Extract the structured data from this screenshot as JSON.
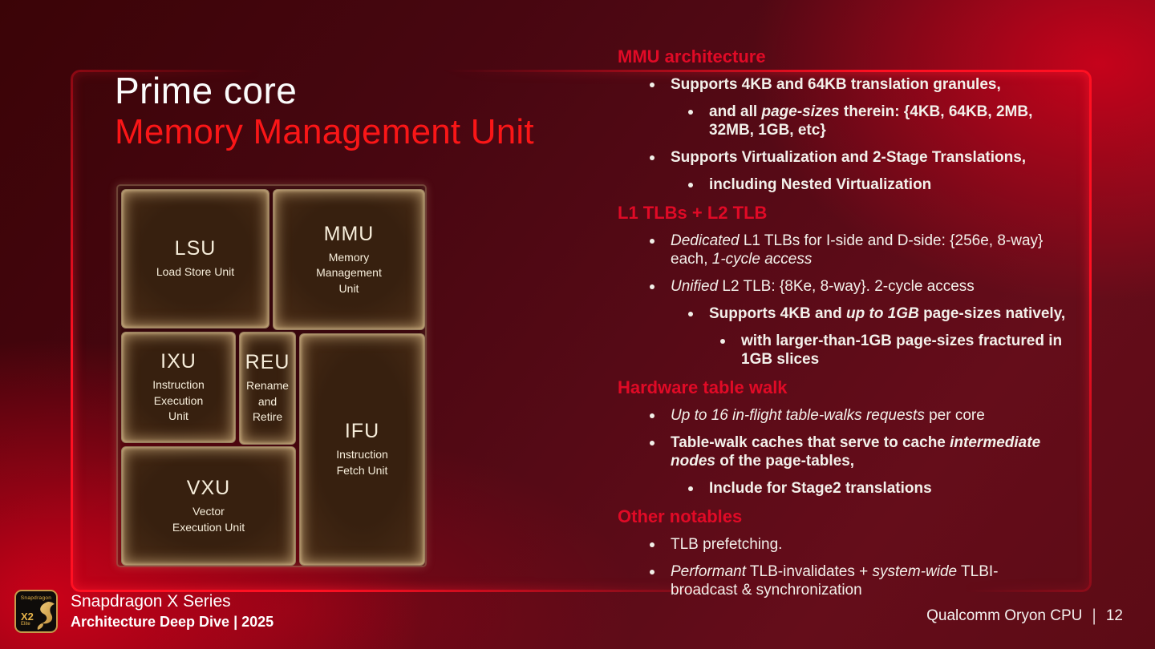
{
  "slide": {
    "title_line1": "Prime core",
    "title_line2": "Memory Management Unit",
    "page_footer": {
      "product": "Qualcomm Oryon CPU",
      "separator": "|",
      "page_number": "12"
    },
    "brand_footer": {
      "series": "Snapdragon X Series",
      "subtitle": "Architecture Deep Dive | 2025"
    },
    "badge": {
      "brand": "Snapdragon",
      "model": "X2",
      "tier": "Elite",
      "icon": "dragon-swirl-icon"
    }
  },
  "colors": {
    "accent_red_header": "#e00a26",
    "title_red": "#fa1617",
    "glow_red": "#ff1022",
    "block_face_brown": "#37200f",
    "block_glow_gold": "#f0d29b",
    "text_cream": "#f6edda",
    "badge_gold": "#c69a4a"
  },
  "diagram": {
    "blocks": [
      {
        "id": "lsu",
        "abbr": "LSU",
        "name": "Load Store Unit"
      },
      {
        "id": "mmu",
        "abbr": "MMU",
        "name": "Memory\nManagement\nUnit"
      },
      {
        "id": "ixu",
        "abbr": "IXU",
        "name": "Instruction\nExecution\nUnit"
      },
      {
        "id": "reu",
        "abbr": "REU",
        "name": "Rename\nand\nRetire"
      },
      {
        "id": "ifu",
        "abbr": "IFU",
        "name": "Instruction\nFetch Unit"
      },
      {
        "id": "vxu",
        "abbr": "VXU",
        "name": "Vector\nExecution Unit"
      }
    ]
  },
  "sections": [
    {
      "title": "MMU architecture",
      "items": [
        {
          "level": 1,
          "bold": true,
          "runs": [
            {
              "t": "Supports 4KB and 64KB translation granules,"
            }
          ]
        },
        {
          "level": 2,
          "bold": true,
          "runs": [
            {
              "t": "and all "
            },
            {
              "t": "page-sizes",
              "i": true
            },
            {
              "t": " therein: {4KB, 64KB, 2MB,\n32MB, 1GB, etc}"
            }
          ]
        },
        {
          "level": 1,
          "bold": true,
          "runs": [
            {
              "t": "Supports Virtualization and 2-Stage Translations,"
            }
          ]
        },
        {
          "level": 2,
          "bold": true,
          "runs": [
            {
              "t": "including Nested Virtualization"
            }
          ]
        }
      ]
    },
    {
      "title": "L1 TLBs + L2 TLB",
      "items": [
        {
          "level": 1,
          "bold": false,
          "runs": [
            {
              "t": "Dedicated",
              "i": true
            },
            {
              "t": " L1 TLBs for I-side and D-side: {256e, 8-way}\neach, "
            },
            {
              "t": "1-cycle access",
              "i": true
            }
          ]
        },
        {
          "level": 1,
          "bold": false,
          "runs": [
            {
              "t": "Unified",
              "i": true
            },
            {
              "t": " L2 TLB: {8Ke, 8-way}. 2-cycle access"
            }
          ]
        },
        {
          "level": 2,
          "bold": true,
          "runs": [
            {
              "t": "Supports 4KB and "
            },
            {
              "t": "up to 1GB",
              "i": true
            },
            {
              "t": " page-sizes natively,"
            }
          ]
        },
        {
          "level": 3,
          "bold": true,
          "runs": [
            {
              "t": "with larger-than-1GB page-sizes fractured in\n1GB slices"
            }
          ]
        }
      ]
    },
    {
      "title": "Hardware table walk",
      "items": [
        {
          "level": 1,
          "bold": false,
          "runs": [
            {
              "t": "Up to 16 in-flight table-walks requests",
              "i": true
            },
            {
              "t": " per core"
            }
          ]
        },
        {
          "level": 1,
          "bold": true,
          "runs": [
            {
              "t": "Table-walk caches that serve to cache "
            },
            {
              "t": "intermediate\nnodes",
              "i": true
            },
            {
              "t": " of the page-tables,"
            }
          ]
        },
        {
          "level": 2,
          "bold": true,
          "runs": [
            {
              "t": "Include for Stage2 translations"
            }
          ]
        }
      ]
    },
    {
      "title": "Other notables",
      "items": [
        {
          "level": 1,
          "bold": false,
          "runs": [
            {
              "t": "TLB prefetching."
            }
          ]
        },
        {
          "level": 1,
          "bold": false,
          "runs": [
            {
              "t": "Performant",
              "i": true
            },
            {
              "t": " TLB-invalidates + "
            },
            {
              "t": "system-wide",
              "i": true
            },
            {
              "t": " TLBI-\nbroadcast & synchronization"
            }
          ]
        }
      ]
    }
  ]
}
